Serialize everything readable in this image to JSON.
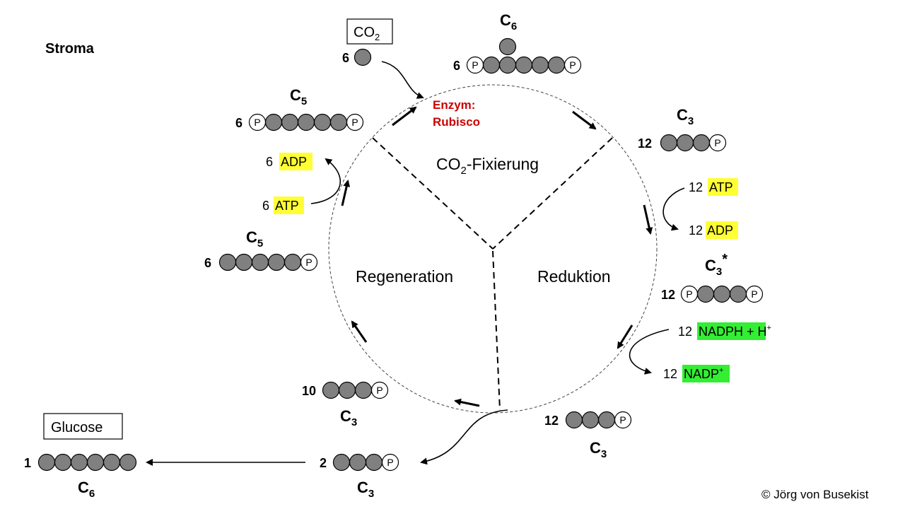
{
  "labels": {
    "stroma": "Stroma",
    "co2": "CO",
    "co2_sub": "2",
    "glucose": "Glucose",
    "enzyme_line1": "Enzym:",
    "enzyme_line2": "Rubisco",
    "phase_fix_prefix": "CO",
    "phase_fix_sub": "2",
    "phase_fix_suffix": "-Fixierung",
    "phase_red": "Reduktion",
    "phase_reg": "Regeneration",
    "copyright": "© Jörg von Busekist"
  },
  "molecules": {
    "c6_top": {
      "count": "6",
      "label": "C",
      "sub": "6"
    },
    "c3_right": {
      "count": "12",
      "label": "C",
      "sub": "3"
    },
    "c3star": {
      "count": "12",
      "label": "C",
      "sub": "3",
      "sup": "*"
    },
    "c3_bottom_right": {
      "count": "12",
      "label": "C",
      "sub": "3"
    },
    "c3_bottom_mid": {
      "count": "10",
      "label": "C",
      "sub": "3"
    },
    "c3_bottom": {
      "count": "2",
      "label": "C",
      "sub": "3"
    },
    "glucose_c6": {
      "count": "1",
      "label": "C",
      "sub": "6"
    },
    "c5_left": {
      "count": "6",
      "label": "C",
      "sub": "5"
    },
    "c5_top": {
      "count": "6",
      "label": "C",
      "sub": "5"
    },
    "co2_count": "6"
  },
  "cofactors": {
    "atp_right": {
      "count": "12",
      "label": "ATP"
    },
    "adp_right": {
      "count": "12",
      "label": "ADP"
    },
    "nadph": {
      "count": "12",
      "label": "NADPH + H",
      "sup": "+"
    },
    "nadp": {
      "count": "12",
      "label": "NADP",
      "sup": "+"
    },
    "atp_left": {
      "count": "6",
      "label": "ATP"
    },
    "adp_left": {
      "count": "6",
      "label": "ADP"
    }
  },
  "phosphate_label": "P",
  "colors": {
    "atom_fill": "#808080",
    "atp_highlight": "#ffff33",
    "nadph_highlight": "#33ee33",
    "enzyme_red": "#cc0000"
  }
}
